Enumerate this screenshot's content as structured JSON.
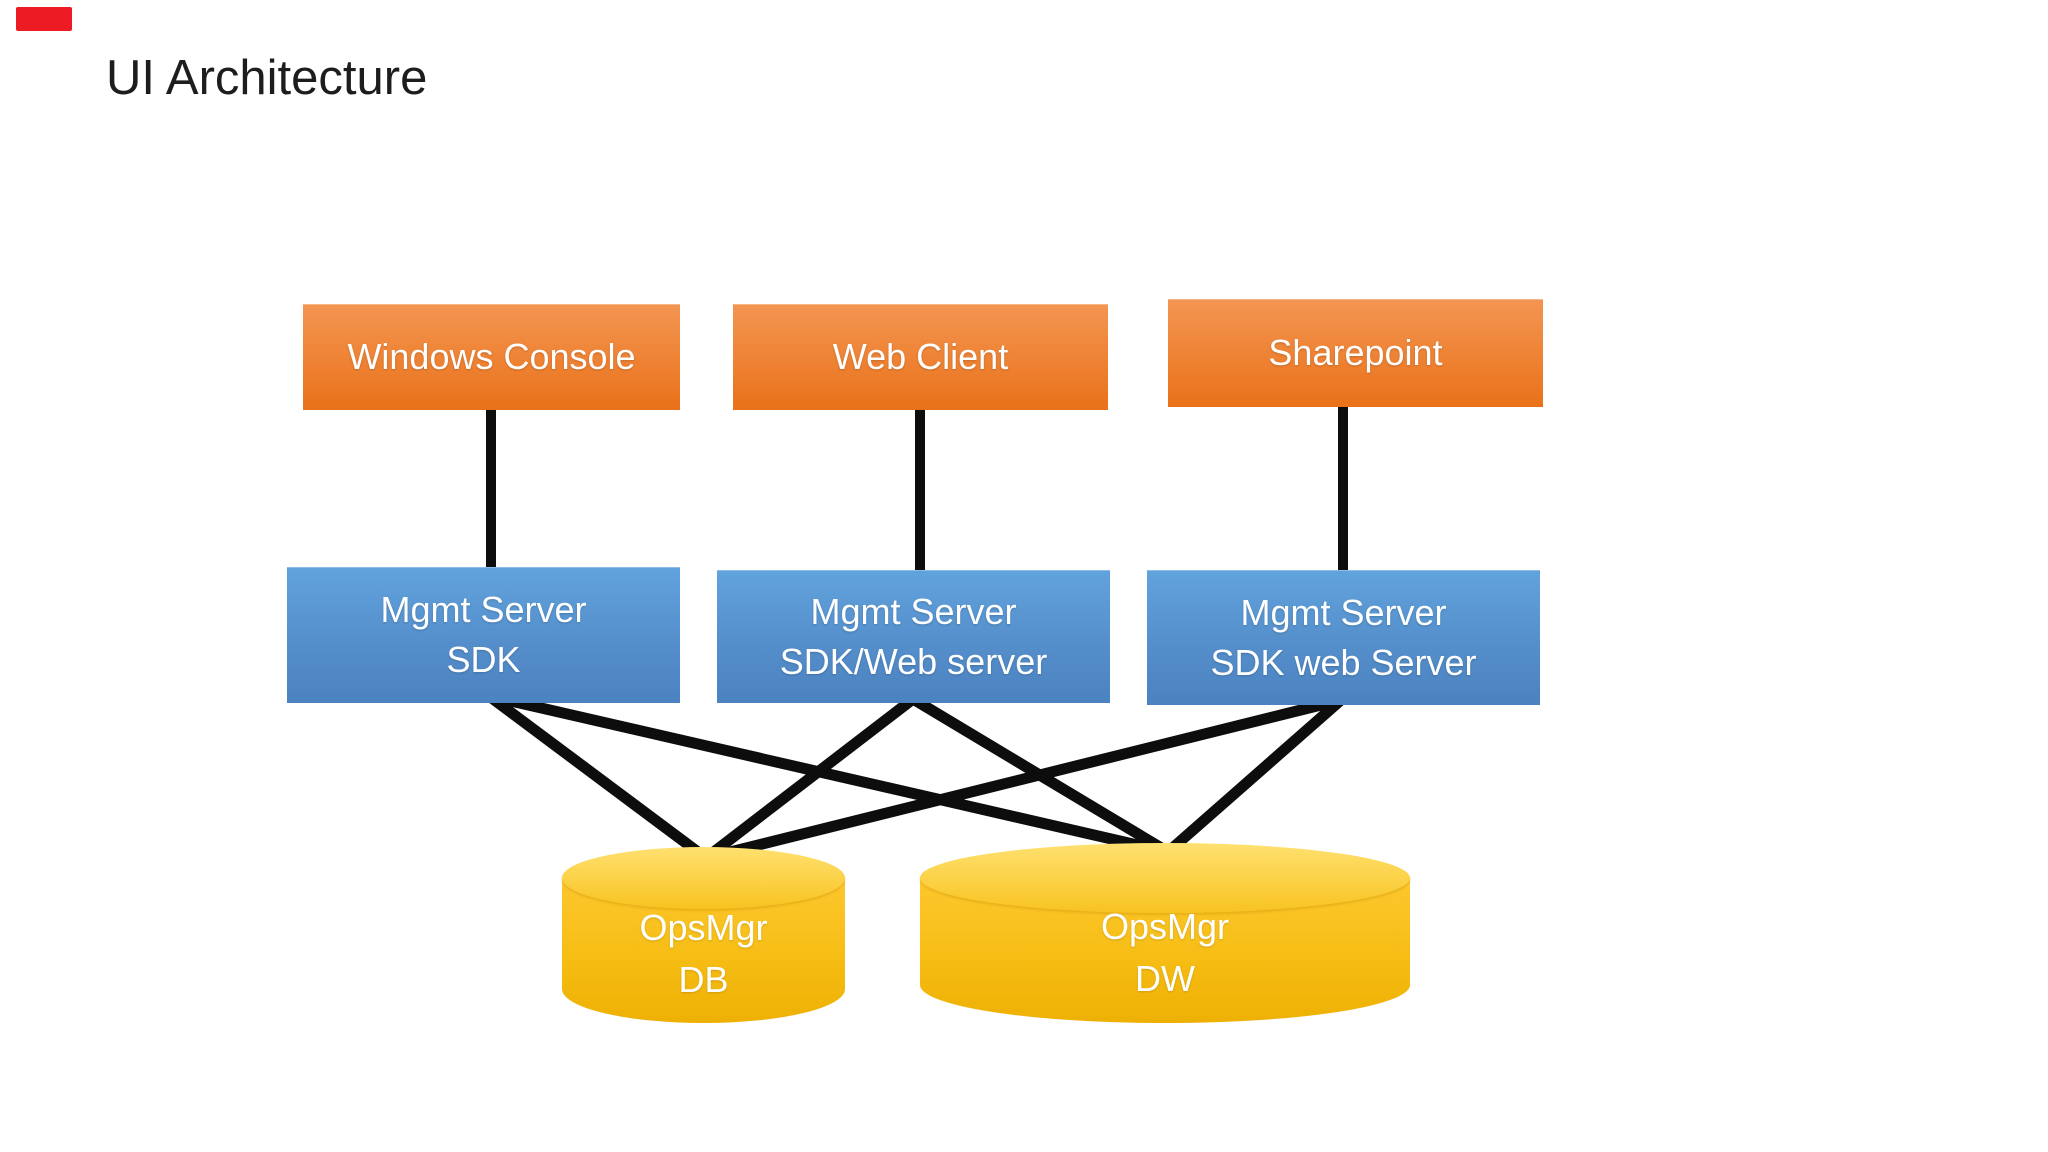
{
  "slide": {
    "title": "UI Architecture"
  },
  "recording_indicator": {
    "color": "#ED1C24"
  },
  "colors": {
    "background": "#FFFFFF",
    "client_box_top": "#F39552",
    "client_box_bottom": "#E97119",
    "server_box_top": "#61A3DD",
    "server_box_bottom": "#4B82C0",
    "database_top": "#FFE170",
    "database_bottom": "#EEB004",
    "connector_line": "#0D0D0D",
    "title_text": "#1D1D1D",
    "node_text": "#FFFFFF"
  },
  "diagram": {
    "clients": [
      {
        "id": "windows-console",
        "label": "Windows Console"
      },
      {
        "id": "web-client",
        "label": "Web Client"
      },
      {
        "id": "sharepoint",
        "label": "Sharepoint"
      }
    ],
    "servers": [
      {
        "id": "mgmt-server-sdk",
        "label_line1": "Mgmt Server",
        "label_line2": "SDK"
      },
      {
        "id": "mgmt-server-sdk-web",
        "label_line1": "Mgmt Server",
        "label_line2": "SDK/Web server"
      },
      {
        "id": "mgmt-server-sdk-web-2",
        "label_line1": "Mgmt Server",
        "label_line2": "SDK web Server"
      }
    ],
    "databases": [
      {
        "id": "opsmgr-db",
        "label_line1": "OpsMgr",
        "label_line2": "DB"
      },
      {
        "id": "opsmgr-dw",
        "label_line1": "OpsMgr",
        "label_line2": "DW"
      }
    ],
    "edges": [
      {
        "from": "windows-console",
        "to": "mgmt-server-sdk"
      },
      {
        "from": "web-client",
        "to": "mgmt-server-sdk-web"
      },
      {
        "from": "sharepoint",
        "to": "mgmt-server-sdk-web-2"
      },
      {
        "from": "mgmt-server-sdk",
        "to": "opsmgr-db"
      },
      {
        "from": "mgmt-server-sdk",
        "to": "opsmgr-dw"
      },
      {
        "from": "mgmt-server-sdk-web",
        "to": "opsmgr-db"
      },
      {
        "from": "mgmt-server-sdk-web",
        "to": "opsmgr-dw"
      },
      {
        "from": "mgmt-server-sdk-web-2",
        "to": "opsmgr-db"
      },
      {
        "from": "mgmt-server-sdk-web-2",
        "to": "opsmgr-dw"
      }
    ]
  }
}
